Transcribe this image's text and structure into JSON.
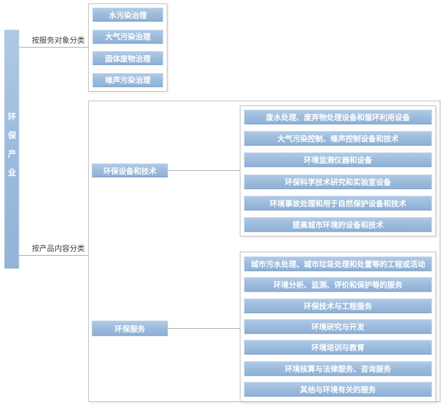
{
  "diagram": {
    "root": {
      "label": "环保产业"
    },
    "branch_service": {
      "label": "按服务对象分类",
      "items": [
        "水污染治理",
        "大气污染治理",
        "固体废物治理",
        "噪声污染治理"
      ]
    },
    "branch_product": {
      "label": "按产品内容分类",
      "equipment": {
        "label": "环保设备和技术",
        "items": [
          "废水处理、废弃物处理设备和循环利用设备",
          "大气污染控制、噪声控制设备和技术",
          "环境监测仪器和设备",
          "环保科学技术研究和实验室设备",
          "环境事故处理和用于自然保护设备和技术",
          "提高城市环境的设备和技术"
        ]
      },
      "services": {
        "label": "环保服务",
        "items": [
          "城市污水处理、城市垃圾处理和处置等的工程或活动",
          "环境分析、监测、评价和保护等的服务",
          "环保技术与工程服务",
          "环境研究与开发",
          "环境培训与教育",
          "环境核算与法律服务、咨询服务",
          "其他与环境有关的服务"
        ]
      }
    },
    "colors": {
      "node_fill": "#9dbcdd",
      "node_border": "#c9daec",
      "node_text": "#ffffff",
      "container_border": "#c3c3c3",
      "connector_line": "#ababab",
      "label_text": "#3f3f3f"
    }
  }
}
